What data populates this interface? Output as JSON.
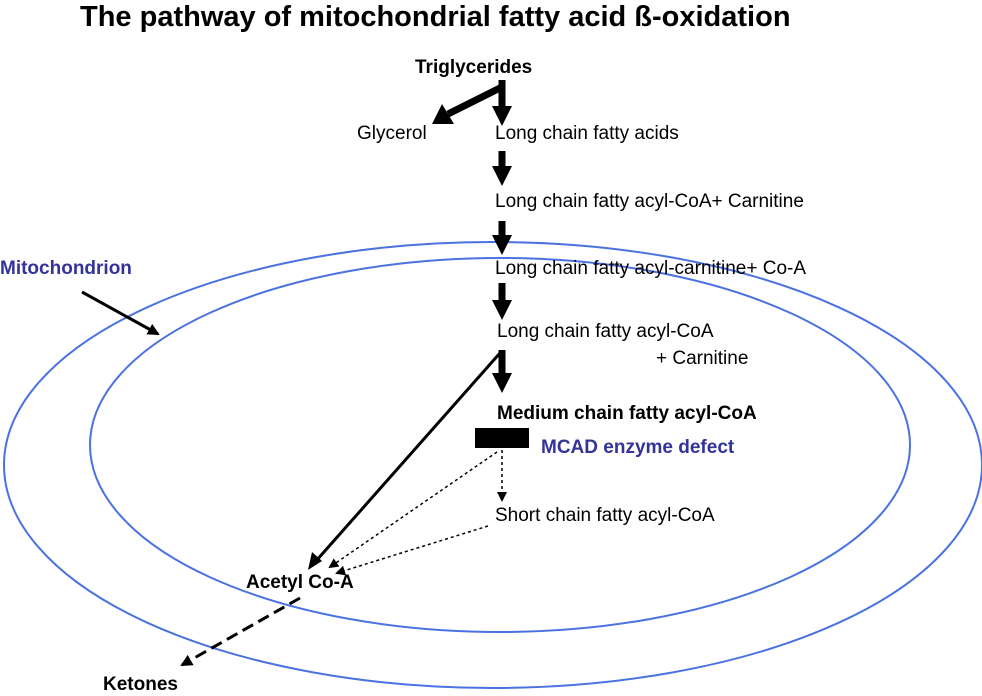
{
  "title": "The pathway of mitochondrial fatty acid ß-oxidation",
  "nodes": {
    "triglycerides": "Triglycerides",
    "glycerol": "Glycerol",
    "long_chain_fatty_acids": "Long chain fatty acids",
    "acyl_coa_carnitine": "Long chain fatty acyl-CoA+ Carnitine",
    "acyl_carnitine_coa": "Long chain fatty acyl-carnitine+ Co-A",
    "long_chain_acyl_coa": "Long chain fatty acyl-CoA",
    "plus_carnitine": "+ Carnitine",
    "medium_chain": "Medium chain fatty acyl-CoA",
    "short_chain": "Short chain fatty acyl-CoA",
    "acetyl_coa": "Acetyl Co-A",
    "ketones": "Ketones"
  },
  "labels": {
    "mitochondrion": "Mitochondrion",
    "mcad_defect": "MCAD enzyme defect"
  },
  "colors": {
    "membrane": "#4a72e0",
    "label_blue": "#333399",
    "arrow": "#000000"
  }
}
